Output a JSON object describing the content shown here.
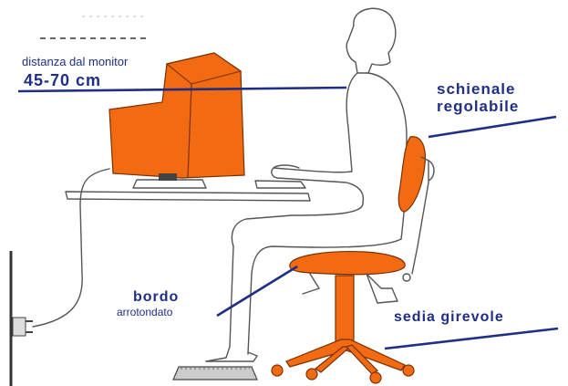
{
  "labels": {
    "distance_line1": "distanza dal monitor",
    "distance_line2": "45-70 cm",
    "backrest_line1": "schienale",
    "backrest_line2": "regolabile",
    "edge_line1": "bordo",
    "edge_line2": "arrotondato",
    "swivel_chair": "sedia girevole"
  },
  "colors": {
    "accent": "#f26a12",
    "label": "#1f2f86"
  }
}
